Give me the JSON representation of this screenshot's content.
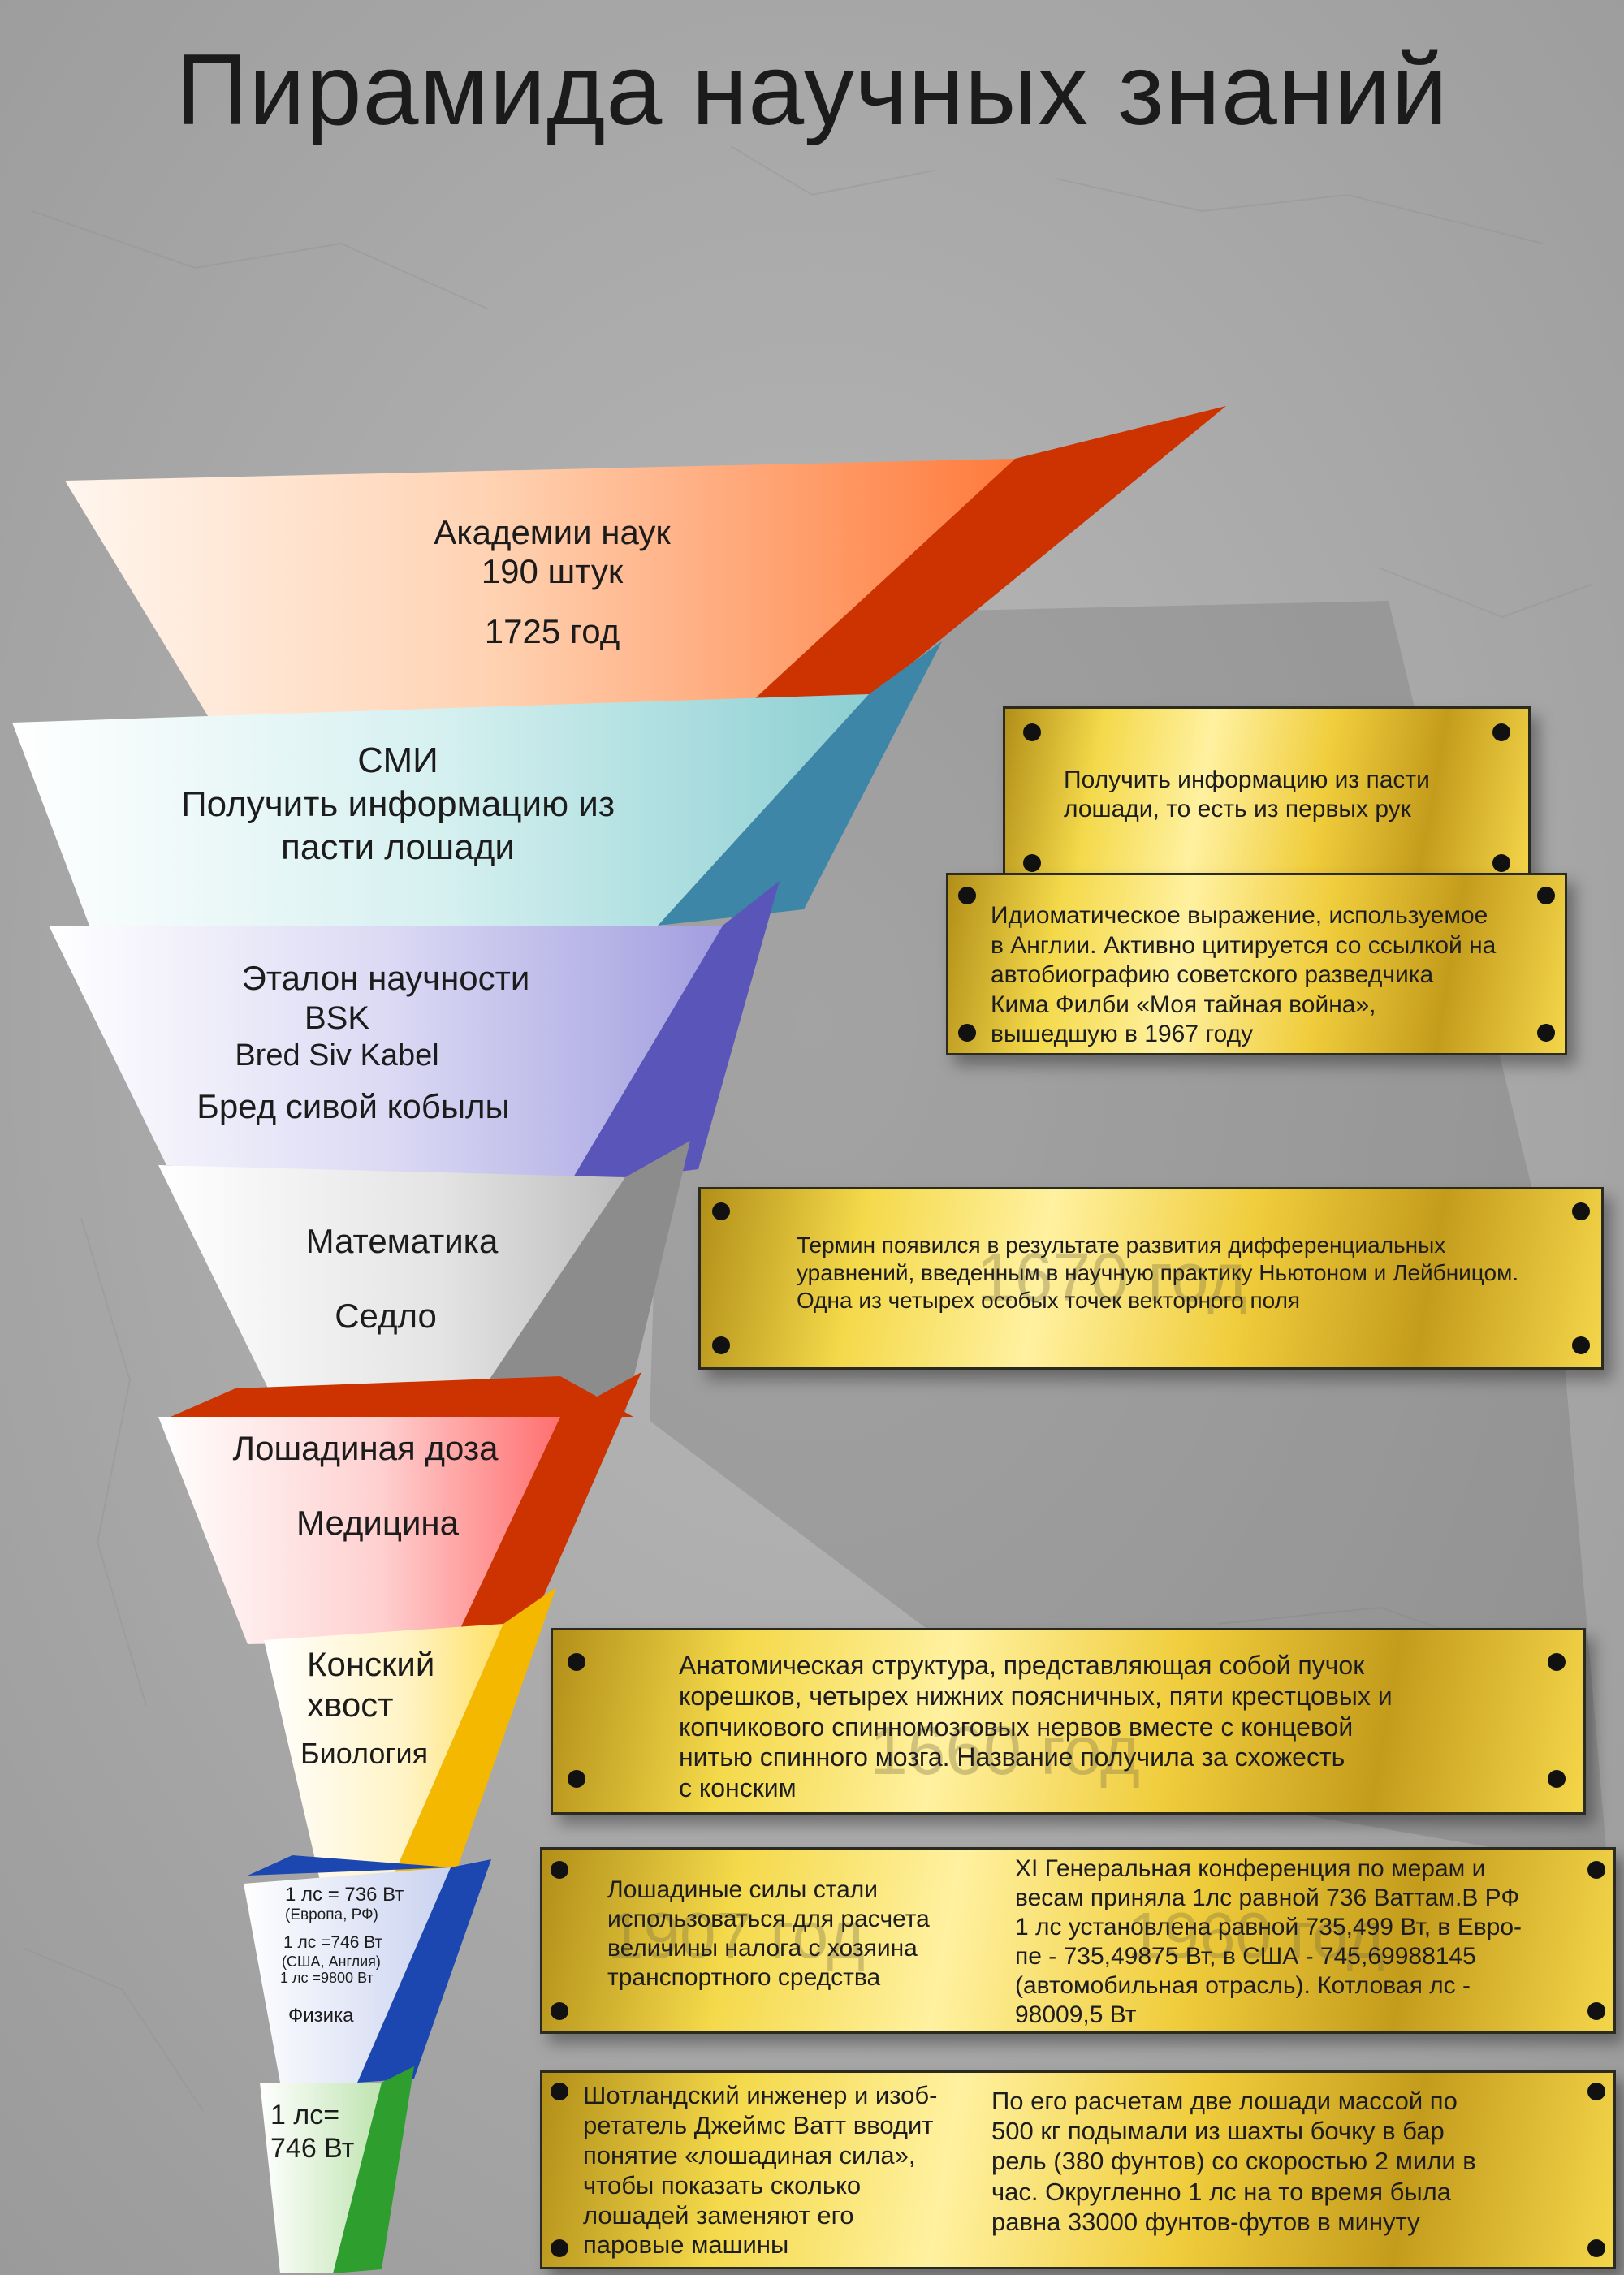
{
  "title": "Пирамида научных знаний",
  "colors": {
    "background": "#a9a9a9",
    "tier1": "#ff8a55",
    "tier1_side": "#cc3300",
    "tier2": "#a9dcdc",
    "tier2_side": "#3e86a8",
    "tier3": "#b9b6e6",
    "tier3_side": "#5a55b8",
    "tier4": "#d8d8d8",
    "tier4_side": "#8c8c8c",
    "tier5": "#ff8f8f",
    "tier5_side": "#cc3300",
    "tier6": "#ffe680",
    "tier6_side": "#f5b800",
    "tier7": "#dfe4f5",
    "tier7_side": "#1c47b0",
    "tier8": "#dff2d6",
    "tier8_side": "#2e9e2e",
    "plate_gold": "#f0cd3c"
  },
  "tiers": [
    {
      "lines": [
        "Академии наук",
        "190 штук",
        "1725 год"
      ]
    },
    {
      "lines": [
        "СМИ",
        "Получить информацию из",
        "пасти лошади"
      ]
    },
    {
      "lines": [
        "Эталон научности",
        "BSK",
        "Bred Siv Kabel",
        "Бред сивой кобылы"
      ]
    },
    {
      "lines": [
        "Математика",
        "Седло"
      ]
    },
    {
      "lines": [
        "Лошадиная доза",
        "Медицина"
      ]
    },
    {
      "lines": [
        "Конский",
        "хвост",
        "Биология"
      ]
    },
    {
      "lines": [
        "1 лс = 736 Вт",
        "(Европа, РФ)",
        "1 лс =746 Вт",
        "(США, Англия)",
        "1 лс =9800 Вт",
        "Физика"
      ]
    },
    {
      "lines": [
        "1 лс=",
        "746 Вт"
      ]
    }
  ],
  "plates": [
    {
      "lines": [
        "Получить информацию из пасти",
        "лошади, то есть из первых рук"
      ]
    },
    {
      "lines": [
        "Идиоматическое выражение, используемое",
        "в Англии. Активно цитируется со ссылкой на",
        "автобиографию советского разведчика",
        "Кима Филби «Моя тайная война»,",
        "вышедшую в 1967 году"
      ]
    },
    {
      "lines": [
        "Термин появился в результате развития дифференциальных",
        "уравнений, введенным в научную практику Ньютоном и Лейбницом.",
        "Одна из четырех особых точек векторного поля"
      ],
      "ghost": "1670 год"
    },
    {
      "lines": [
        "Анатомическая структура, представляющая собой пучок",
        "корешков, четырех нижних поясничных, пяти крестцовых и",
        "копчикового спинномозговых нервов вместе с концевой",
        "нитью спинного мозга. Название получила за схожесть",
        "с конским"
      ],
      "ghost": "1660 год"
    },
    {
      "left_lines": [
        "Лошадиные силы стали",
        "использоваться для расчета",
        "величины налога с хозяина",
        "транспортного средства"
      ],
      "left_ghost": "1907 год",
      "right_lines": [
        "XI Генеральная конференция по мерам и",
        "весам приняла 1лс равной 736 Ваттам.В РФ",
        "1 лс установлена равной 735,499 Вт, в Евро-",
        "пе - 735,49875 Вт, в США - 745,69988145",
        "(автомобильная отрасль). Котловая лс  -",
        "98009,5 Вт"
      ],
      "right_ghost": "1960 год"
    },
    {
      "left_lines": [
        "Шотландский инженер и изоб-",
        "ретатель Джеймс Ватт вводит",
        "понятие «лошадиная сила»,",
        "чтобы показать  сколько",
        "лошадей заменяют его",
        "паровые машины"
      ],
      "right_lines": [
        "По его расчетам две лошади массой по",
        "500 кг подымали из шахты бочку в бар",
        "рель (380 фунтов) со скоростью 2 мили в",
        "час. Округленно 1 лс на то время была",
        "равна 33000 фунтов-футов в минуту"
      ]
    }
  ]
}
